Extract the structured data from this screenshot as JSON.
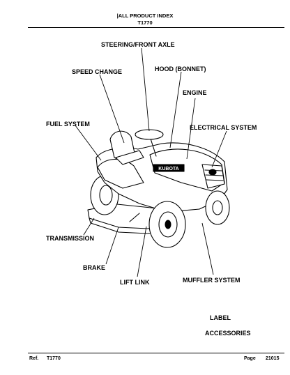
{
  "header": {
    "index_title": "|ALL PRODUCT INDEX",
    "model": "T1770"
  },
  "labels": {
    "steering": "STEERING/FRONT AXLE",
    "speed_change": "SPEED CHANGE",
    "hood": "HOOD (BONNET)",
    "engine": "ENGINE",
    "fuel": "FUEL SYSTEM",
    "electrical": "ELECTRICAL SYSTEM",
    "transmission": "TRANSMISSION",
    "brake": "BRAKE",
    "lift_link": "LIFT LINK",
    "muffler": "MUFFLER SYSTEM",
    "label": "LABEL",
    "accessories": "ACCESSORIES"
  },
  "illustration": {
    "brand_text": "KUBOTA"
  },
  "footer": {
    "ref_label": "Ref.",
    "ref_value": "T1770",
    "page_label": "Page",
    "page_value": "21015"
  }
}
